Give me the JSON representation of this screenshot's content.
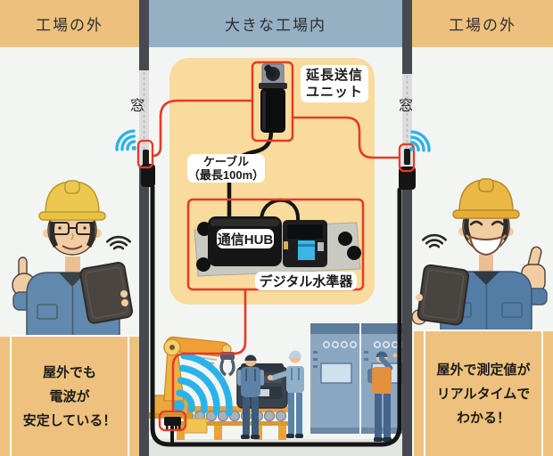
{
  "headers": {
    "outside_left": "工場の外",
    "inside": "大きな工場内",
    "outside_right": "工場の外"
  },
  "windows": {
    "left": "窓",
    "right": "窓"
  },
  "device_labels": {
    "extension_unit_line1": "延長送信",
    "extension_unit_line2": "ユニット",
    "cable_line1": "ケーブル",
    "cable_line2": "（最長100m）",
    "hub": "通信HUB",
    "level": "デジタル水準器"
  },
  "callouts": {
    "left": {
      "line1": "屋外でも",
      "line2": "電波が",
      "line3": "安定している！"
    },
    "right": {
      "line1": "屋外で測定値が",
      "line2": "リアルタイムで",
      "line3": "わかる！"
    }
  },
  "icons": {
    "wifi_window_left": "wifi-signal",
    "wifi_window_right": "wifi-signal",
    "wifi_factory": "wifi-signal-large",
    "wifi_worker_left": "wifi-signal-small",
    "wifi_worker_right": "wifi-signal-small"
  },
  "colors": {
    "outside_band": "#edc17d",
    "inside_band": "#95afc3",
    "pillar": "#464a4f",
    "panel": "#f8db9d",
    "cable_red": "#e73928",
    "cable_black": "#151515",
    "wifi_cyan": "#2ab3e8",
    "callout_bg": "#eec27e",
    "background": "#f3f5f2"
  }
}
